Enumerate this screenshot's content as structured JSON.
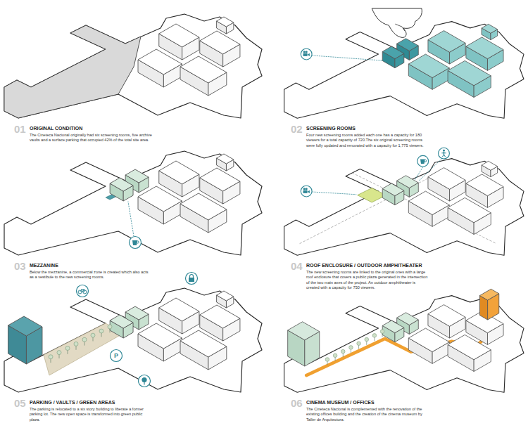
{
  "diagram": {
    "labels": [
      "01",
      "ORIGINAL CONDITION",
      "The Cineteca Nacional originally had six screening rooms, five archive vaults and a surface parking that occupied 42% of the total site area.",
      "02",
      "SCREENING ROOMS",
      "Four new screening rooms added each one has a capacity for 180 viewers for a total capacity of 720.The six original screening rooms were fully updated and renovated with a capacity for 1,775 viewers.",
      "03",
      "MEZZANINE",
      "Below the mezzanine, a commercial zone is created which also acts as a vestibule to the new screening rooms.",
      "04",
      "ROOF ENCLOSURE / OUTDOOR AMPHITHEATER",
      "The new screening rooms are linked to the original ones with a large roof enclosure that covers a public plaza generated in the intersection of the two main axes of the project. An outdoor amphitheater is created with a capacity for 750 viewers.",
      "P",
      "05",
      "PARKING / VAULTS / GREEN AREAS",
      "The parking is relocated to a six story building to liberate a former parking lot. The new open space is transformed into green public plaza.",
      "06",
      "CINEMA MUSEUM / OFFICES",
      "The Cineteca Nacional is complemented with the renovation of the existing offices building and the creation of the cinema museum by Taller de Arquitectura."
    ]
  }
}
